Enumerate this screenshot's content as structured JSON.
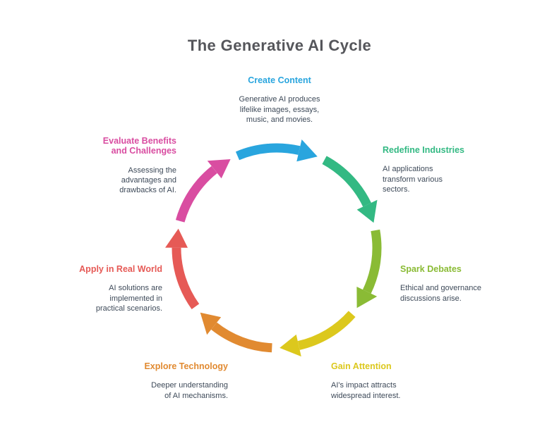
{
  "title": "The Generative AI Cycle",
  "colors": {
    "title": "#55565B",
    "description": "#3E4A59",
    "background": "#FFFFFF",
    "arrow_outline": "#FFFFFF"
  },
  "stages": [
    {
      "name": "Create Content",
      "description": "Generative AI produces lifelike images, essays, music, and movies.",
      "color": "#29A5DE"
    },
    {
      "name": "Redefine Industries",
      "description": "AI applications transform various sectors.",
      "color": "#33B983"
    },
    {
      "name": "Spark Debates",
      "description": "Ethical and governance discussions arise.",
      "color": "#8ABB35"
    },
    {
      "name": "Gain Attention",
      "description": "AI's impact attracts widespread interest.",
      "color": "#DCC81D"
    },
    {
      "name": "Explore Technology",
      "description": "Deeper understanding of AI mechanisms.",
      "color": "#E18A31"
    },
    {
      "name": "Apply in Real World",
      "description": "AI solutions are implemented in practical scenarios.",
      "color": "#E65A56"
    },
    {
      "name": "Evaluate Benefits and Challenges",
      "description": "Assessing the advantages and drawbacks of AI.",
      "color": "#D94DA1"
    }
  ]
}
